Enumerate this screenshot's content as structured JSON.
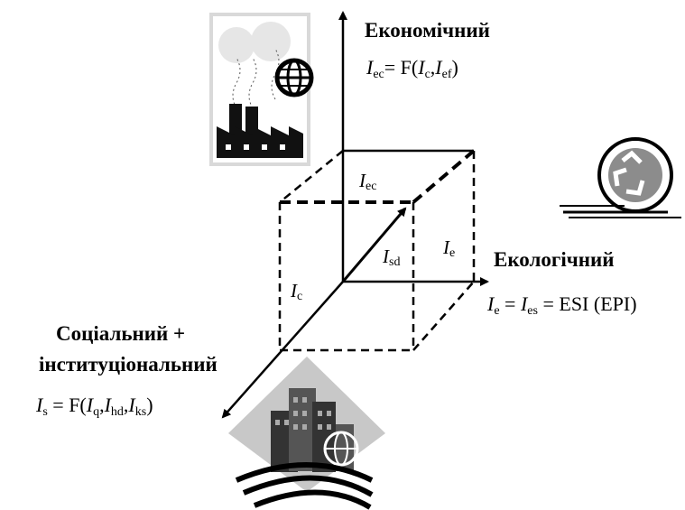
{
  "axes": {
    "economic": {
      "title": "Економічний",
      "formula": {
        "I1": "I",
        "s1": "ec",
        "eq": "= F(",
        "I2": "I",
        "s2": "c",
        "comma": ",",
        "I3": "I",
        "s3": "ef",
        "close": ")"
      }
    },
    "ecological": {
      "title": "Екологічний",
      "formula": {
        "I1": "I",
        "s1": "e",
        "eq1": " = ",
        "I2": "I",
        "s2": "es",
        "rest": " = ESI (EPI)"
      }
    },
    "social": {
      "title_line1": "Соціальний +",
      "title_line2": "інституціональний",
      "formula": {
        "I1": "I",
        "s1": "s",
        "eq": " = F(",
        "I2": "I",
        "s2": "q",
        "c1": ",",
        "I3": "I",
        "s3": "hd",
        "c2": ",",
        "I4": "I",
        "s4": "ks",
        "close": ")"
      }
    }
  },
  "vectors": {
    "iec": {
      "I": "I",
      "sub": "ec"
    },
    "isd": {
      "I": "I",
      "sub": "sd"
    },
    "ie": {
      "I": "I",
      "sub": "e"
    },
    "ic": {
      "I": "I",
      "sub": "c"
    }
  },
  "icons": [
    "factory-globe-icon",
    "recycle-icon",
    "city-buildings-icon"
  ],
  "colors": {
    "ink": "#000000",
    "icon_gray": "#8c8c8c",
    "icon_light": "#c8c8c8"
  }
}
